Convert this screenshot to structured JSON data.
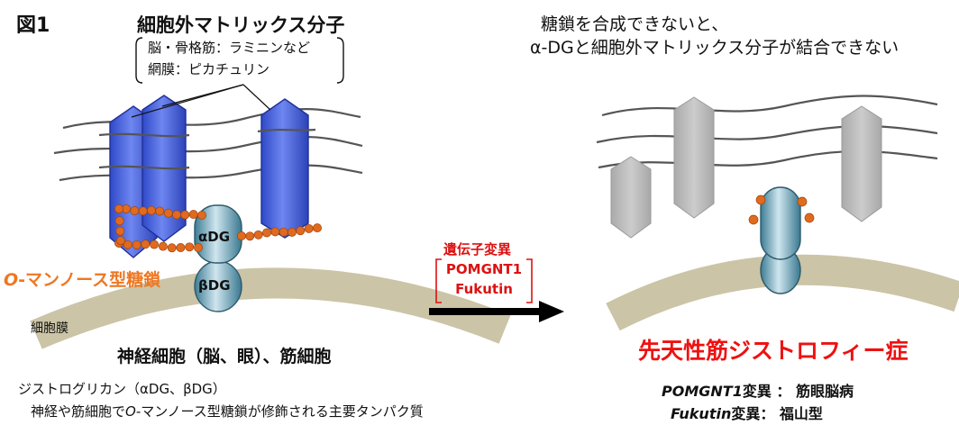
{
  "figure_label": "図1",
  "ecm": {
    "title": "細胞外マトリックス分子",
    "line1": "脳・骨格筋：ラミニンなど",
    "line2": "網膜：ピカチュリン"
  },
  "left": {
    "alpha_dg": "αDG",
    "beta_dg": "βDG",
    "o_mannose_italic": "O",
    "o_mannose_rest": "-マンノース型糖鎖",
    "membrane": "細胞膜",
    "cells": "神経細胞（脳、眼）、筋細胞",
    "dg_line": "ジストログリカン（αDG、βDG）",
    "desc_pre": "神経や筋細胞で",
    "desc_italic": "O",
    "desc_post": "-マンノース型糖鎖が修飾される主要タンパク質"
  },
  "mutation": {
    "heading": "遺伝子変異",
    "gene1": "POMGNT1",
    "gene2": "Fukutin"
  },
  "right": {
    "title_line1": "糖鎖を合成できないと、",
    "title_line2": "α-DGと細胞外マトリックス分子が結合できない",
    "disease": "先天性筋ジストロフィー症",
    "disease1_gene": "POMGNT1",
    "disease1_rest": "変異 ： 筋眼脳病",
    "disease2_gene": "Fukutin",
    "disease2_rest": "変異： 福山型"
  },
  "colors": {
    "membrane": "#cbc4a6",
    "laminin_blue": "#3d5be0",
    "laminin_gray": "#b8b8b8",
    "dg_teal": "#4b8ea8",
    "glycan_orange": "#e06a1e",
    "mutation_red": "#dd1111"
  }
}
